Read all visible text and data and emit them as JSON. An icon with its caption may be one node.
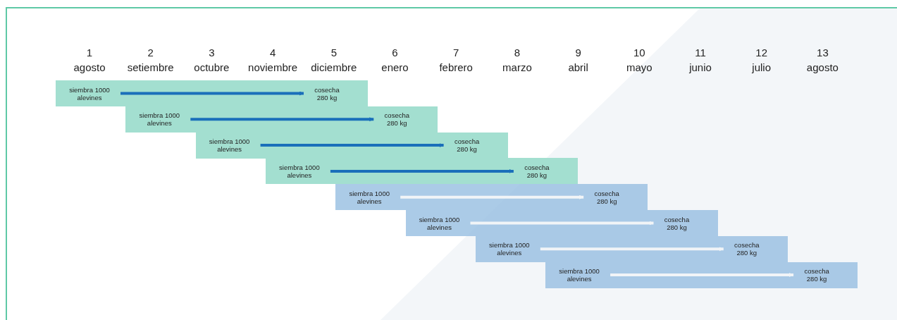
{
  "diagram": {
    "nodes": [
      {
        "text": [],
        "shape": "bar"
      },
      {
        "text": [
          "siembra 1000 alevines"
        ],
        "in": 0
      },
      {
        "text": [
          "cosecha 280 kg"
        ],
        "in": 0
      },
      {
        "text": [],
        "shape": "bar"
      },
      {
        "text": [
          "siembra 1000 alevines"
        ],
        "in": 3
      },
      {
        "text": [
          "cosecha 280 kg"
        ],
        "in": 3
      },
      {
        "text": [],
        "shape": "bar"
      },
      {
        "text": [
          "siembra 1000 alevines"
        ],
        "in": 6
      },
      {
        "text": [
          "cosecha 280 kg"
        ],
        "in": 6
      },
      {
        "text": [],
        "shape": "bar"
      },
      {
        "text": [
          "siembra 1000 alevines"
        ],
        "in": 9
      },
      {
        "text": [
          "cosecha 280 kg"
        ],
        "in": 9
      },
      {
        "text": [],
        "shape": "bar"
      },
      {
        "text": [
          "siembra 1000 alevines"
        ],
        "in": 12
      },
      {
        "text": [
          "cosecha 280 kg"
        ],
        "in": 12
      },
      {
        "text": [],
        "shape": "bar"
      },
      {
        "text": [
          "siembra 1000 alevines"
        ],
        "in": 15
      },
      {
        "text": [
          "cosecha 280 kg"
        ],
        "in": 15
      },
      {
        "text": [],
        "shape": "bar"
      },
      {
        "text": [
          "siembra 1000 alevines"
        ],
        "in": 18
      },
      {
        "text": [
          "cosecha 280 kg"
        ],
        "in": 18
      },
      {
        "text": [],
        "shape": "bar"
      },
      {
        "text": [
          "siembra 1000 alevines"
        ],
        "in": 21
      },
      {
        "text": [
          "cosecha 280 kg"
        ],
        "in": 21
      }
    ],
    "edges": [
      {
        "from": 1,
        "to": 2,
        "arrow": "to",
        "color": "#1a6fba"
      },
      {
        "from": 4,
        "to": 5,
        "arrow": "to",
        "color": "#1a6fba"
      },
      {
        "from": 7,
        "to": 8,
        "arrow": "to",
        "color": "#1a6fba"
      },
      {
        "from": 10,
        "to": 11,
        "arrow": "to",
        "color": "#1a6fba"
      },
      {
        "from": 13,
        "to": 14,
        "arrow": "to",
        "color": "#f1f4f7"
      },
      {
        "from": 16,
        "to": 17,
        "arrow": "to",
        "color": "#f1f4f7"
      },
      {
        "from": 19,
        "to": 20,
        "arrow": "to",
        "color": "#f1f4f7"
      },
      {
        "from": 22,
        "to": 23,
        "arrow": "to",
        "color": "#f1f4f7"
      }
    ],
    "labels": [
      "1",
      "2",
      "3",
      "4",
      "5",
      "6",
      "7",
      "8",
      "9",
      "10",
      "11",
      "12",
      "13",
      "agosto",
      "setiembre",
      "octubre",
      "noviembre",
      "diciembre",
      "enero",
      "febrero",
      "marzo",
      "abril",
      "mayo",
      "junio",
      "julio",
      "agosto"
    ]
  }
}
